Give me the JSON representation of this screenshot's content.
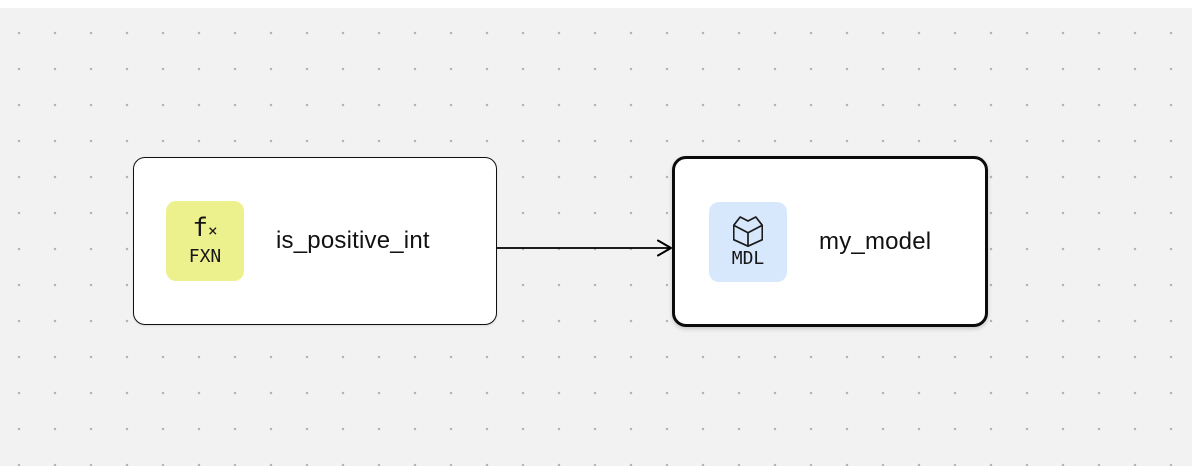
{
  "canvas": {
    "background_color": "#f2f2f2",
    "dot_color": "#b4b4b4",
    "edge_color": "#000000"
  },
  "nodes": [
    {
      "id": "is_positive_int",
      "label": "is_positive_int",
      "kind": "function",
      "badge": "FXN",
      "icon": "function-icon",
      "icon_color": "#edf18d",
      "border_color": "#101010",
      "selected": false
    },
    {
      "id": "my_model",
      "label": "my_model",
      "kind": "model",
      "badge": "MDL",
      "icon": "cube-icon",
      "icon_color": "#d8e8fc",
      "border_color": "#0b0b0b",
      "selected": true
    }
  ],
  "edges": [
    {
      "from": "is_positive_int",
      "to": "my_model"
    }
  ],
  "function_glyph": {
    "main": "f",
    "sub": "×"
  }
}
